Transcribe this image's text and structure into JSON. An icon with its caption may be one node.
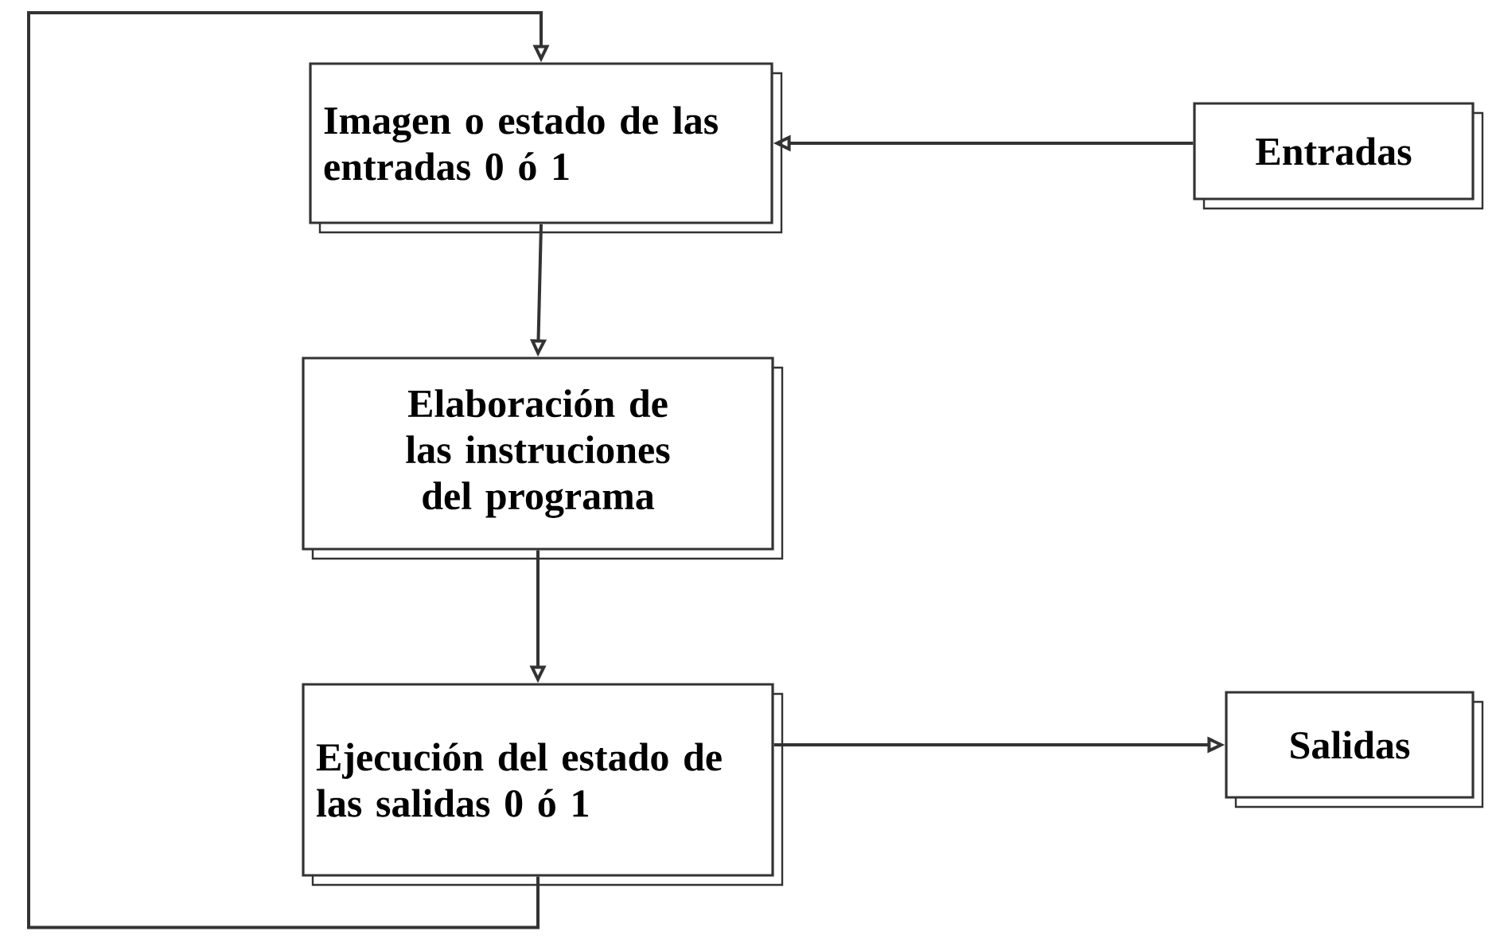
{
  "diagram": {
    "nodes": [
      {
        "text": [
          "Imagen o estado de las entradas 0 ó 1"
        ]
      },
      {
        "text": [
          "Elaboración de las instruciones del programa"
        ]
      },
      {
        "text": [
          "Ejecución del estado de las salidas 0 ó 1"
        ]
      },
      {
        "text": [
          "Entradas"
        ]
      },
      {
        "text": [
          "Salidas"
        ]
      }
    ],
    "edges": [
      {
        "from": 3,
        "to": 0,
        "arrow": "to"
      },
      {
        "from": 0,
        "to": 1,
        "arrow": "to"
      },
      {
        "from": 1,
        "to": 2,
        "arrow": "to"
      },
      {
        "from": 2,
        "to": 4,
        "arrow": "to"
      },
      {
        "from": 2,
        "to": 0,
        "arrow": "to"
      }
    ]
  }
}
